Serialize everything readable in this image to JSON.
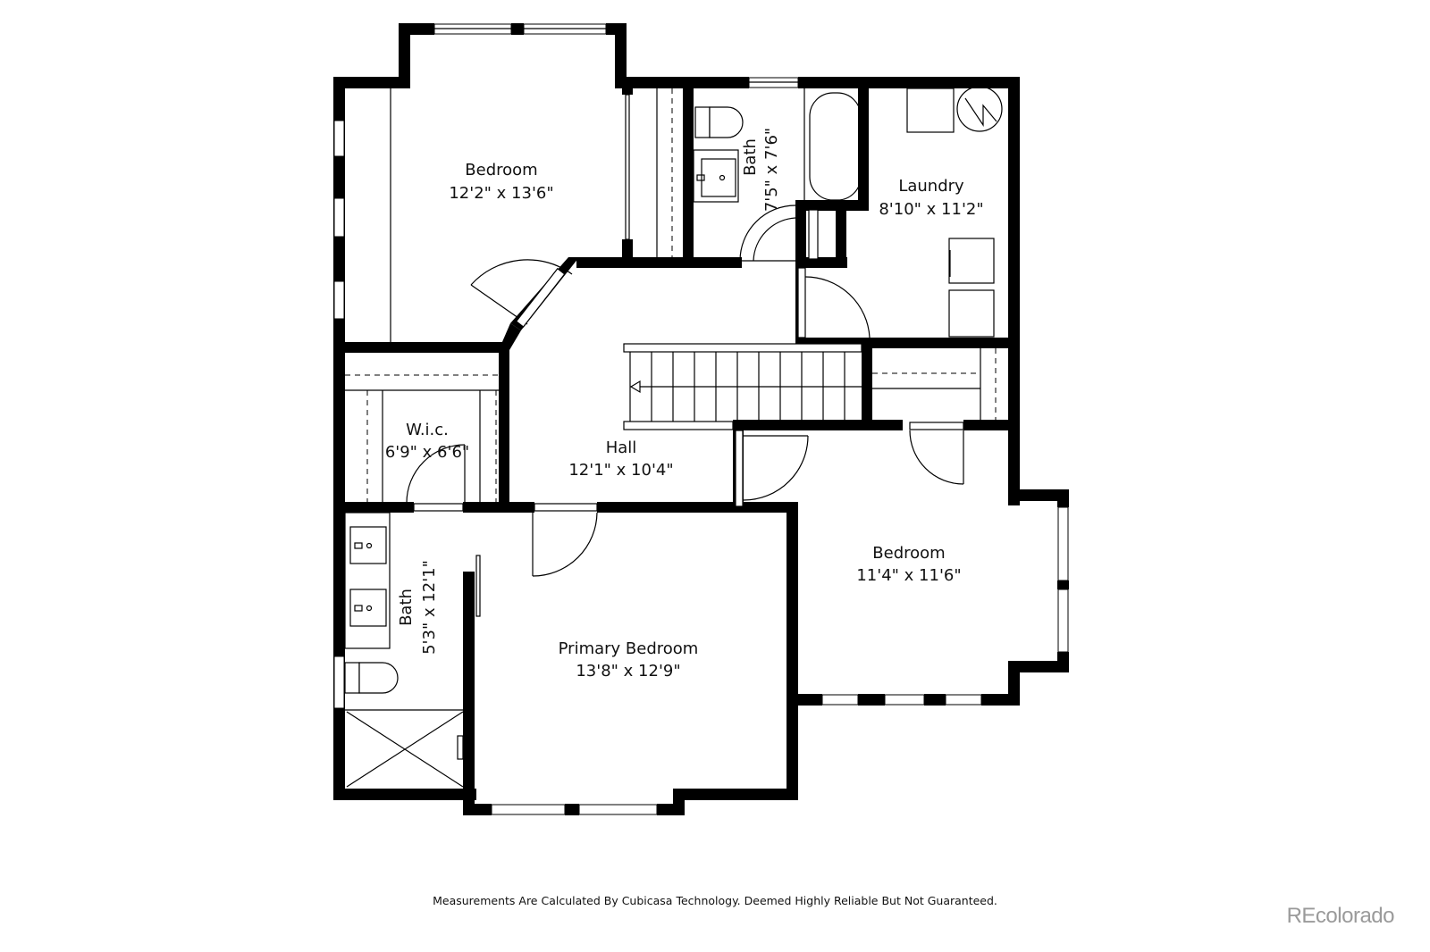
{
  "floorplan": {
    "rooms": [
      {
        "id": "bedroom-1",
        "name": "Bedroom",
        "dimensions": "12'2\" x 13'6\""
      },
      {
        "id": "bath-1",
        "name": "Bath",
        "dimensions": "7'5\" x 7'6\""
      },
      {
        "id": "laundry",
        "name": "Laundry",
        "dimensions": "8'10\" x 11'2\""
      },
      {
        "id": "wic",
        "name": "W.i.c.",
        "dimensions": "6'9\" x 6'6\""
      },
      {
        "id": "hall",
        "name": "Hall",
        "dimensions": "12'1\" x 10'4\""
      },
      {
        "id": "bedroom-2",
        "name": "Bedroom",
        "dimensions": "11'4\" x 11'6\""
      },
      {
        "id": "bath-2",
        "name": "Bath",
        "dimensions": "5'3\" x 12'1\""
      },
      {
        "id": "primary-bedroom",
        "name": "Primary Bedroom",
        "dimensions": "13'8\" x 12'9\""
      }
    ],
    "colors": {
      "wall": "#000000",
      "background": "#ffffff",
      "brand": "#9a9a9a"
    }
  },
  "footer": {
    "disclaimer": "Measurements Are Calculated By Cubicasa Technology. Deemed Highly Reliable But Not Guaranteed.",
    "brand": "REcolorado"
  }
}
